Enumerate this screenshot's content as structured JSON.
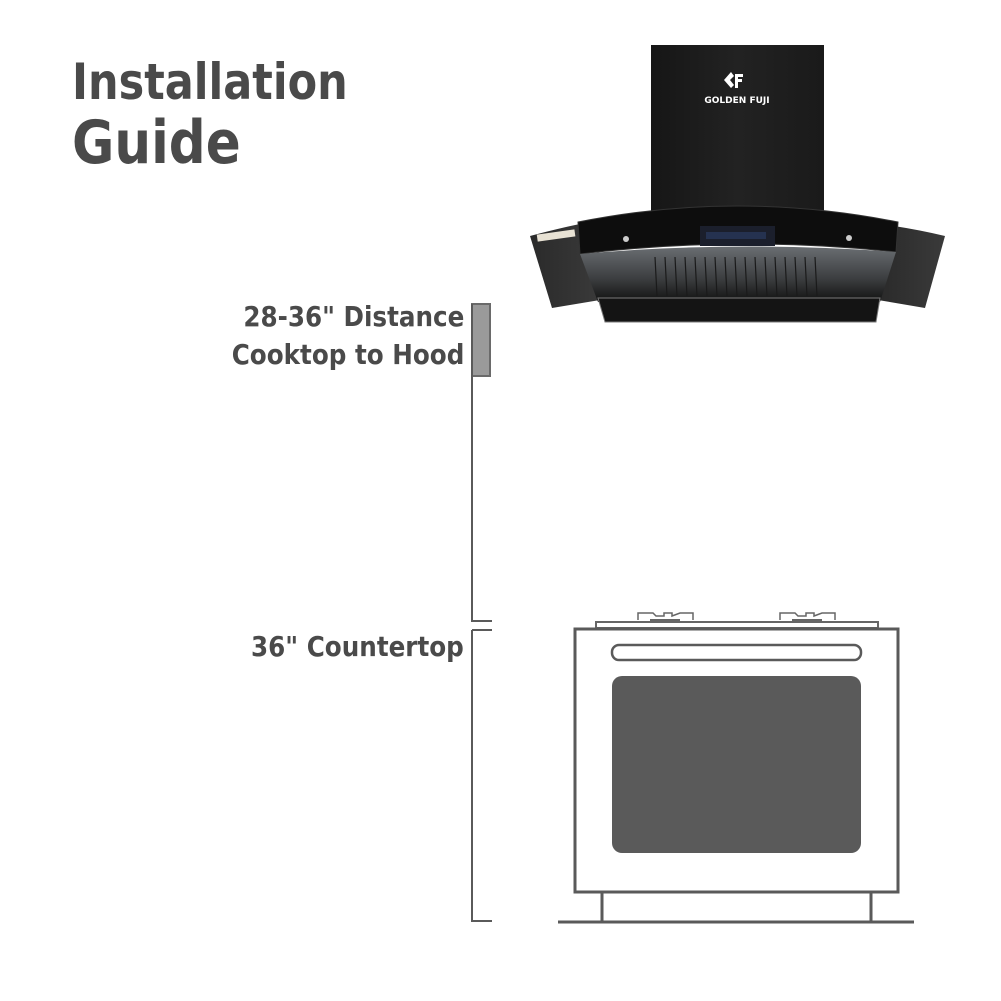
{
  "title": {
    "line1": "Installation",
    "line2": "Guide"
  },
  "labels": {
    "distance_line1": "28-36\" Distance",
    "distance_line2": "Cooktop to Hood",
    "countertop": "36\" Countertop"
  },
  "hood": {
    "brand": "GOLDEN FUJI",
    "logo_mark": "GF"
  },
  "colors": {
    "text": "#4a4a4a",
    "line": "#5a5a5a",
    "hood_body": "#1c1c1c",
    "oven_window": "#5a5a5a",
    "distance_bar": "#9a9a9a"
  }
}
